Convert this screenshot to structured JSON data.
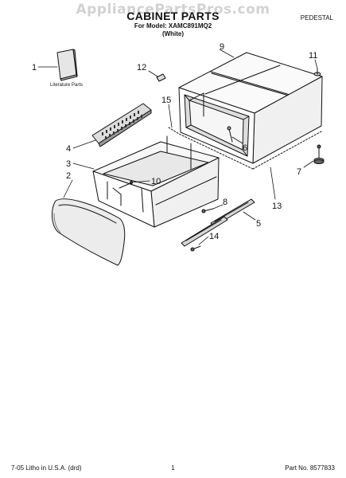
{
  "watermark": "AppliancePartsPros.com",
  "header": {
    "title": "CABINET PARTS",
    "model": "For Model: XAMC891MQ2",
    "color": "(White)",
    "section": "PEDESTAL"
  },
  "diagram": {
    "literature_label": "Literature Parts",
    "callouts": [
      "1",
      "2",
      "3",
      "4",
      "5",
      "6",
      "7",
      "8",
      "9",
      "10",
      "11",
      "12",
      "13",
      "14",
      "15"
    ]
  },
  "footer": {
    "left": "7-05 Litho in U.S.A. (drd)",
    "page": "1",
    "part_no": "Part No. 8577833"
  }
}
